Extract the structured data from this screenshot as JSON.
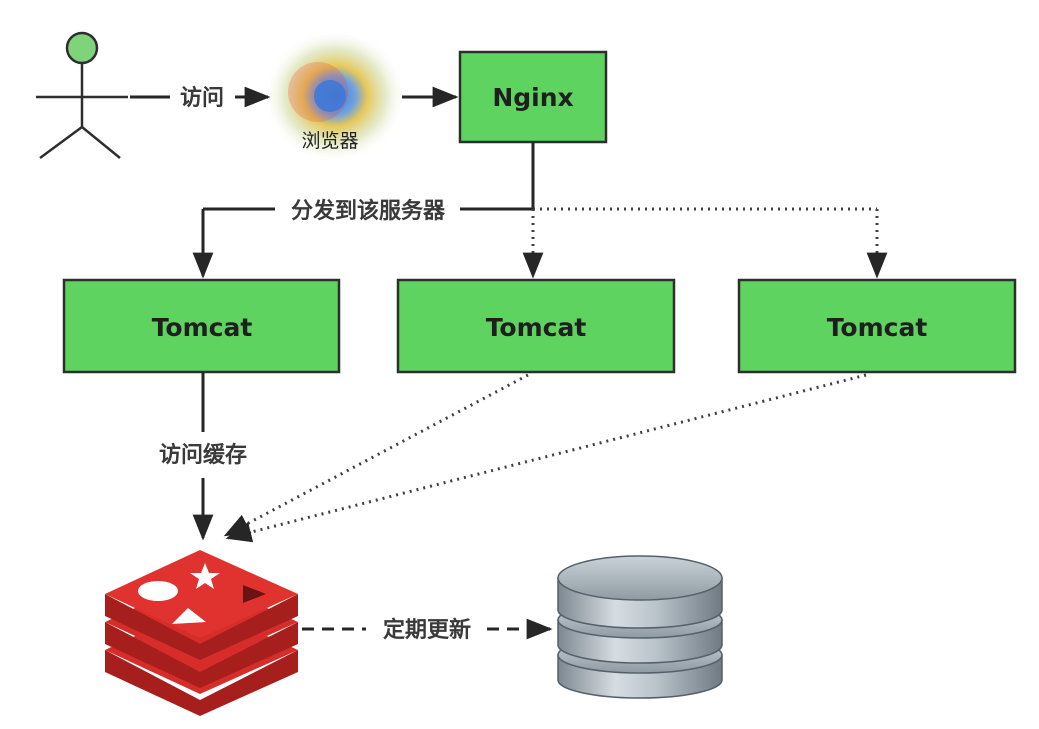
{
  "actions": {
    "visit": "访问",
    "dispatch": "分发到该服务器",
    "access_cache": "访问缓存",
    "periodic_update": "定期更新"
  },
  "nodes": {
    "browser": "浏览器",
    "nginx": "Nginx",
    "tomcats": [
      "Tomcat",
      "Tomcat",
      "Tomcat"
    ]
  },
  "icons": {
    "user": "stick-figure-user-icon",
    "browser": "chrome-browser-icon",
    "cache": "redis-cache-icon",
    "database": "database-cylinder-icon"
  },
  "colors": {
    "node_fill": "#5fd35f",
    "user_head": "#7fd37a",
    "redis": "#d62d2a",
    "database": "#9aa6ae"
  }
}
